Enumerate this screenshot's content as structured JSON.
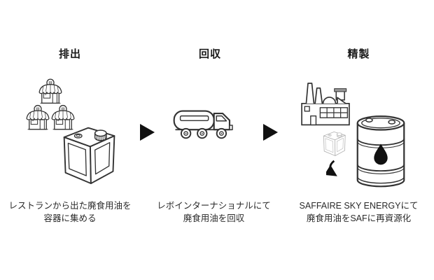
{
  "diagram": {
    "stages": [
      {
        "label": "排出",
        "caption": [
          "レストランから出た廃食用油を",
          "容器に集める"
        ],
        "icons": [
          "restaurants-icon",
          "oil-can-icon"
        ]
      },
      {
        "label": "回収",
        "caption": [
          "レボインターナショナルにて",
          "廃食用油を回収"
        ],
        "icons": [
          "tank-truck-icon"
        ]
      },
      {
        "label": "精製",
        "caption": [
          "SAFFAIRE SKY ENERGYにて",
          "廃食用油をSAFに再資源化"
        ],
        "icons": [
          "factory-icon",
          "small-can-icon",
          "curved-arrow-icon",
          "oil-drum-icon"
        ]
      }
    ],
    "flow_arrow_count": 2,
    "colors": {
      "background": "#ffffff",
      "line": "#333333",
      "light_line": "#b3b3b3",
      "solid_black": "#111111",
      "text": "#1f1f1f"
    }
  }
}
